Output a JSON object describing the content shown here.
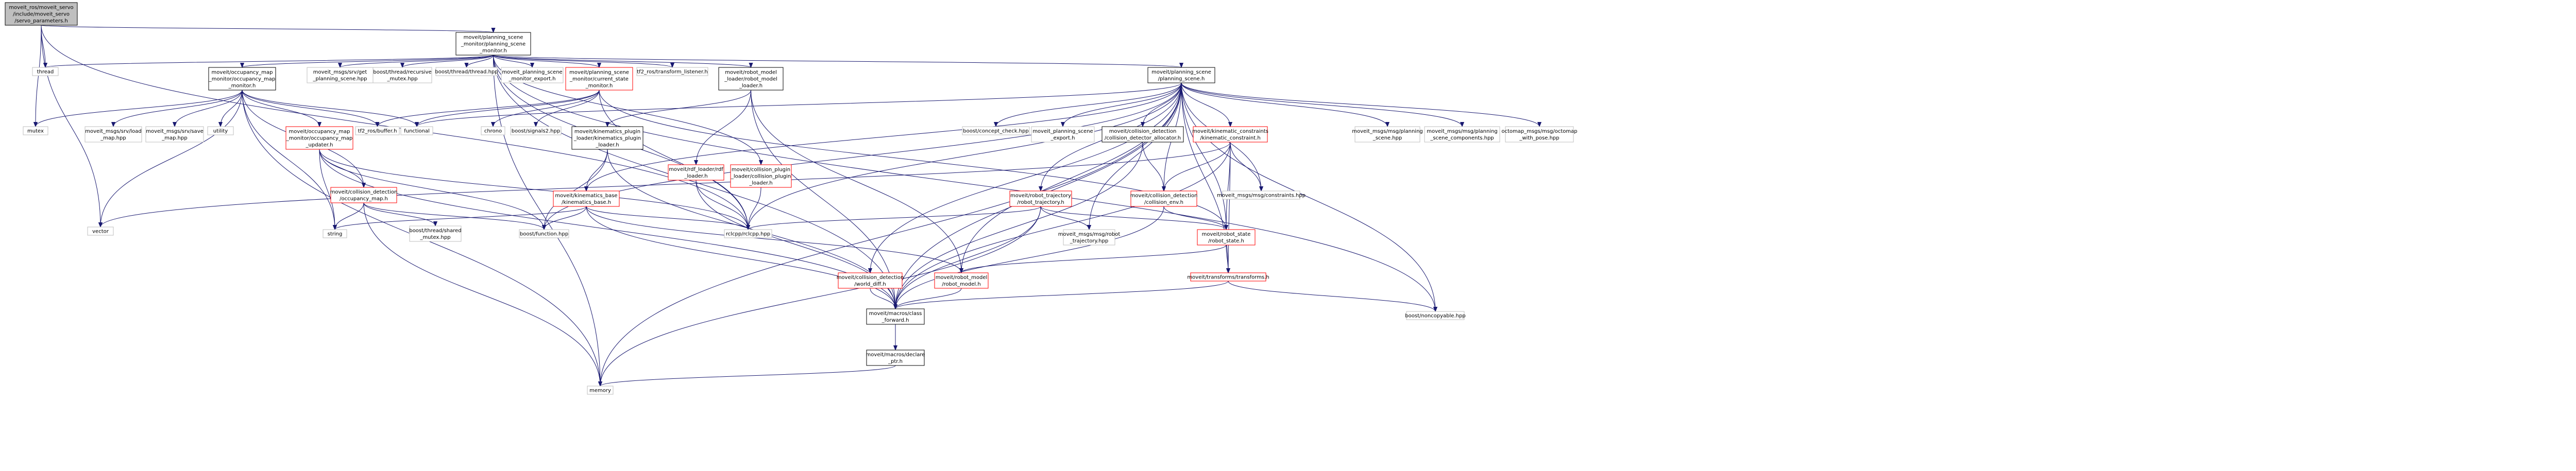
{
  "diagram": {
    "type": "include-dependency-graph",
    "colors": {
      "root_fill": "#bfbfbf",
      "root_border": "#000000",
      "linked_border": "#000000",
      "missing_border": "#ff0000",
      "system_border": "#bfbfbf",
      "edge": "#191970",
      "text": "#000000"
    },
    "nodes": [
      {
        "id": "root",
        "kind": "root",
        "lines": [
          "moveit_ros/moveit_servo",
          "/include/moveit_servo",
          "/servo_parameters.h"
        ]
      },
      {
        "id": "psm",
        "kind": "linked",
        "lines": [
          "moveit/planning_scene",
          "_monitor/planning_scene",
          "_monitor.h"
        ]
      },
      {
        "id": "thread",
        "kind": "system",
        "lines": [
          "thread"
        ]
      },
      {
        "id": "mutex",
        "kind": "system",
        "lines": [
          "mutex"
        ]
      },
      {
        "id": "vector",
        "kind": "system",
        "lines": [
          "vector"
        ]
      },
      {
        "id": "getps",
        "kind": "system",
        "lines": [
          "moveit_msgs/srv/get",
          "_planning_scene.hpp"
        ]
      },
      {
        "id": "recmutex",
        "kind": "system",
        "lines": [
          "boost/thread/recursive",
          "_mutex.hpp"
        ]
      },
      {
        "id": "bthread",
        "kind": "system",
        "lines": [
          "boost/thread/thread.hpp"
        ]
      },
      {
        "id": "psmexport",
        "kind": "system",
        "lines": [
          "moveit_planning_scene",
          "_monitor_export.h"
        ]
      },
      {
        "id": "csm",
        "kind": "missing",
        "lines": [
          "moveit/planning_scene",
          "_monitor/current_state",
          "_monitor.h"
        ]
      },
      {
        "id": "tf2listener",
        "kind": "system",
        "lines": [
          "tf2_ros/transform_listener.h"
        ]
      },
      {
        "id": "rml",
        "kind": "linked",
        "lines": [
          "moveit/robot_model",
          "_loader/robot_model",
          "_loader.h"
        ]
      },
      {
        "id": "ps",
        "kind": "linked",
        "lines": [
          "moveit/planning_scene",
          "/planning_scene.h"
        ]
      },
      {
        "id": "ocmonitor",
        "kind": "linked",
        "lines": [
          "moveit/occupancy_map",
          "_monitor/occupancy_map",
          "_monitor.h"
        ]
      },
      {
        "id": "loadmap",
        "kind": "system",
        "lines": [
          "moveit_msgs/srv/load",
          "_map.hpp"
        ]
      },
      {
        "id": "savemap",
        "kind": "system",
        "lines": [
          "moveit_msgs/srv/save",
          "_map.hpp"
        ]
      },
      {
        "id": "utility",
        "kind": "system",
        "lines": [
          "utility"
        ]
      },
      {
        "id": "ocupdater",
        "kind": "missing",
        "lines": [
          "moveit/occupancy_map",
          "_monitor/occupancy_map",
          "_updater.h"
        ]
      },
      {
        "id": "tf2buffer",
        "kind": "system",
        "lines": [
          "tf2_ros/buffer.h"
        ]
      },
      {
        "id": "functional",
        "kind": "system",
        "lines": [
          "functional"
        ]
      },
      {
        "id": "chrono",
        "kind": "system",
        "lines": [
          "chrono"
        ]
      },
      {
        "id": "signals2",
        "kind": "system",
        "lines": [
          "boost/signals2.hpp"
        ]
      },
      {
        "id": "kinloader",
        "kind": "linked",
        "lines": [
          "moveit/kinematics_plugin",
          "_loader/kinematics_plugin",
          "_loader.h"
        ]
      },
      {
        "id": "rdfloader",
        "kind": "missing",
        "lines": [
          "moveit/rdf_loader/rdf",
          "_loader.h"
        ]
      },
      {
        "id": "cdploader",
        "kind": "missing",
        "lines": [
          "moveit/collision_plugin",
          "_loader/collision_plugin",
          "_loader.h"
        ]
      },
      {
        "id": "conceptcheck",
        "kind": "system",
        "lines": [
          "boost/concept_check.hpp"
        ]
      },
      {
        "id": "psexport",
        "kind": "system",
        "lines": [
          "moveit_planning_scene",
          "_export.h"
        ]
      },
      {
        "id": "cdalloc",
        "kind": "linked",
        "lines": [
          "moveit/collision_detection",
          "/collision_detector_allocator.h"
        ]
      },
      {
        "id": "kinconstraint",
        "kind": "missing",
        "lines": [
          "moveit/kinematic_constraints",
          "/kinematic_constraint.h"
        ]
      },
      {
        "id": "psmsg",
        "kind": "system",
        "lines": [
          "moveit_msgs/msg/planning",
          "_scene.hpp"
        ]
      },
      {
        "id": "pscmsg",
        "kind": "system",
        "lines": [
          "moveit_msgs/msg/planning",
          "_scene_components.hpp"
        ]
      },
      {
        "id": "octomapmsg",
        "kind": "system",
        "lines": [
          "octomap_msgs/msg/octomap",
          "_with_pose.hpp"
        ]
      },
      {
        "id": "ocmap",
        "kind": "missing",
        "lines": [
          "moveit/collision_detection",
          "/occupancy_map.h"
        ]
      },
      {
        "id": "sharedmutex",
        "kind": "system",
        "lines": [
          "boost/thread/shared",
          "_mutex.hpp"
        ]
      },
      {
        "id": "string",
        "kind": "system",
        "lines": [
          "string"
        ]
      },
      {
        "id": "kinbase",
        "kind": "missing",
        "lines": [
          "moveit/kinematics_base",
          "/kinematics_base.h"
        ]
      },
      {
        "id": "boostfunction",
        "kind": "system",
        "lines": [
          "boost/function.hpp"
        ]
      },
      {
        "id": "rclcpp",
        "kind": "system",
        "lines": [
          "rclcpp/rclcpp.hpp"
        ]
      },
      {
        "id": "traj",
        "kind": "missing",
        "lines": [
          "moveit/robot_trajectory",
          "/robot_trajectory.h"
        ]
      },
      {
        "id": "cdenv",
        "kind": "missing",
        "lines": [
          "moveit/collision_detection",
          "/collision_env.h"
        ]
      },
      {
        "id": "constraintsmsg",
        "kind": "system",
        "lines": [
          "moveit_msgs/msg/constraints.hpp"
        ]
      },
      {
        "id": "robottrajmsg",
        "kind": "system",
        "lines": [
          "moveit_msgs/msg/robot",
          "_trajectory.hpp"
        ]
      },
      {
        "id": "robotstate",
        "kind": "missing",
        "lines": [
          "moveit/robot_state",
          "/robot_state.h"
        ]
      },
      {
        "id": "worlddiff",
        "kind": "missing",
        "lines": [
          "moveit/collision_detection",
          "/world_diff.h"
        ]
      },
      {
        "id": "robotmodel",
        "kind": "missing",
        "lines": [
          "moveit/robot_model",
          "/robot_model.h"
        ]
      },
      {
        "id": "transforms",
        "kind": "missing",
        "lines": [
          "moveit/transforms/transforms.h"
        ]
      },
      {
        "id": "classfwd",
        "kind": "linked",
        "lines": [
          "moveit/macros/class",
          "_forward.h"
        ]
      },
      {
        "id": "noncopyable",
        "kind": "system",
        "lines": [
          "boost/noncopyable.hpp"
        ]
      },
      {
        "id": "declareptr",
        "kind": "linked",
        "lines": [
          "moveit/macros/declare",
          "_ptr.h"
        ]
      },
      {
        "id": "memory",
        "kind": "system",
        "lines": [
          "memory"
        ]
      }
    ]
  }
}
